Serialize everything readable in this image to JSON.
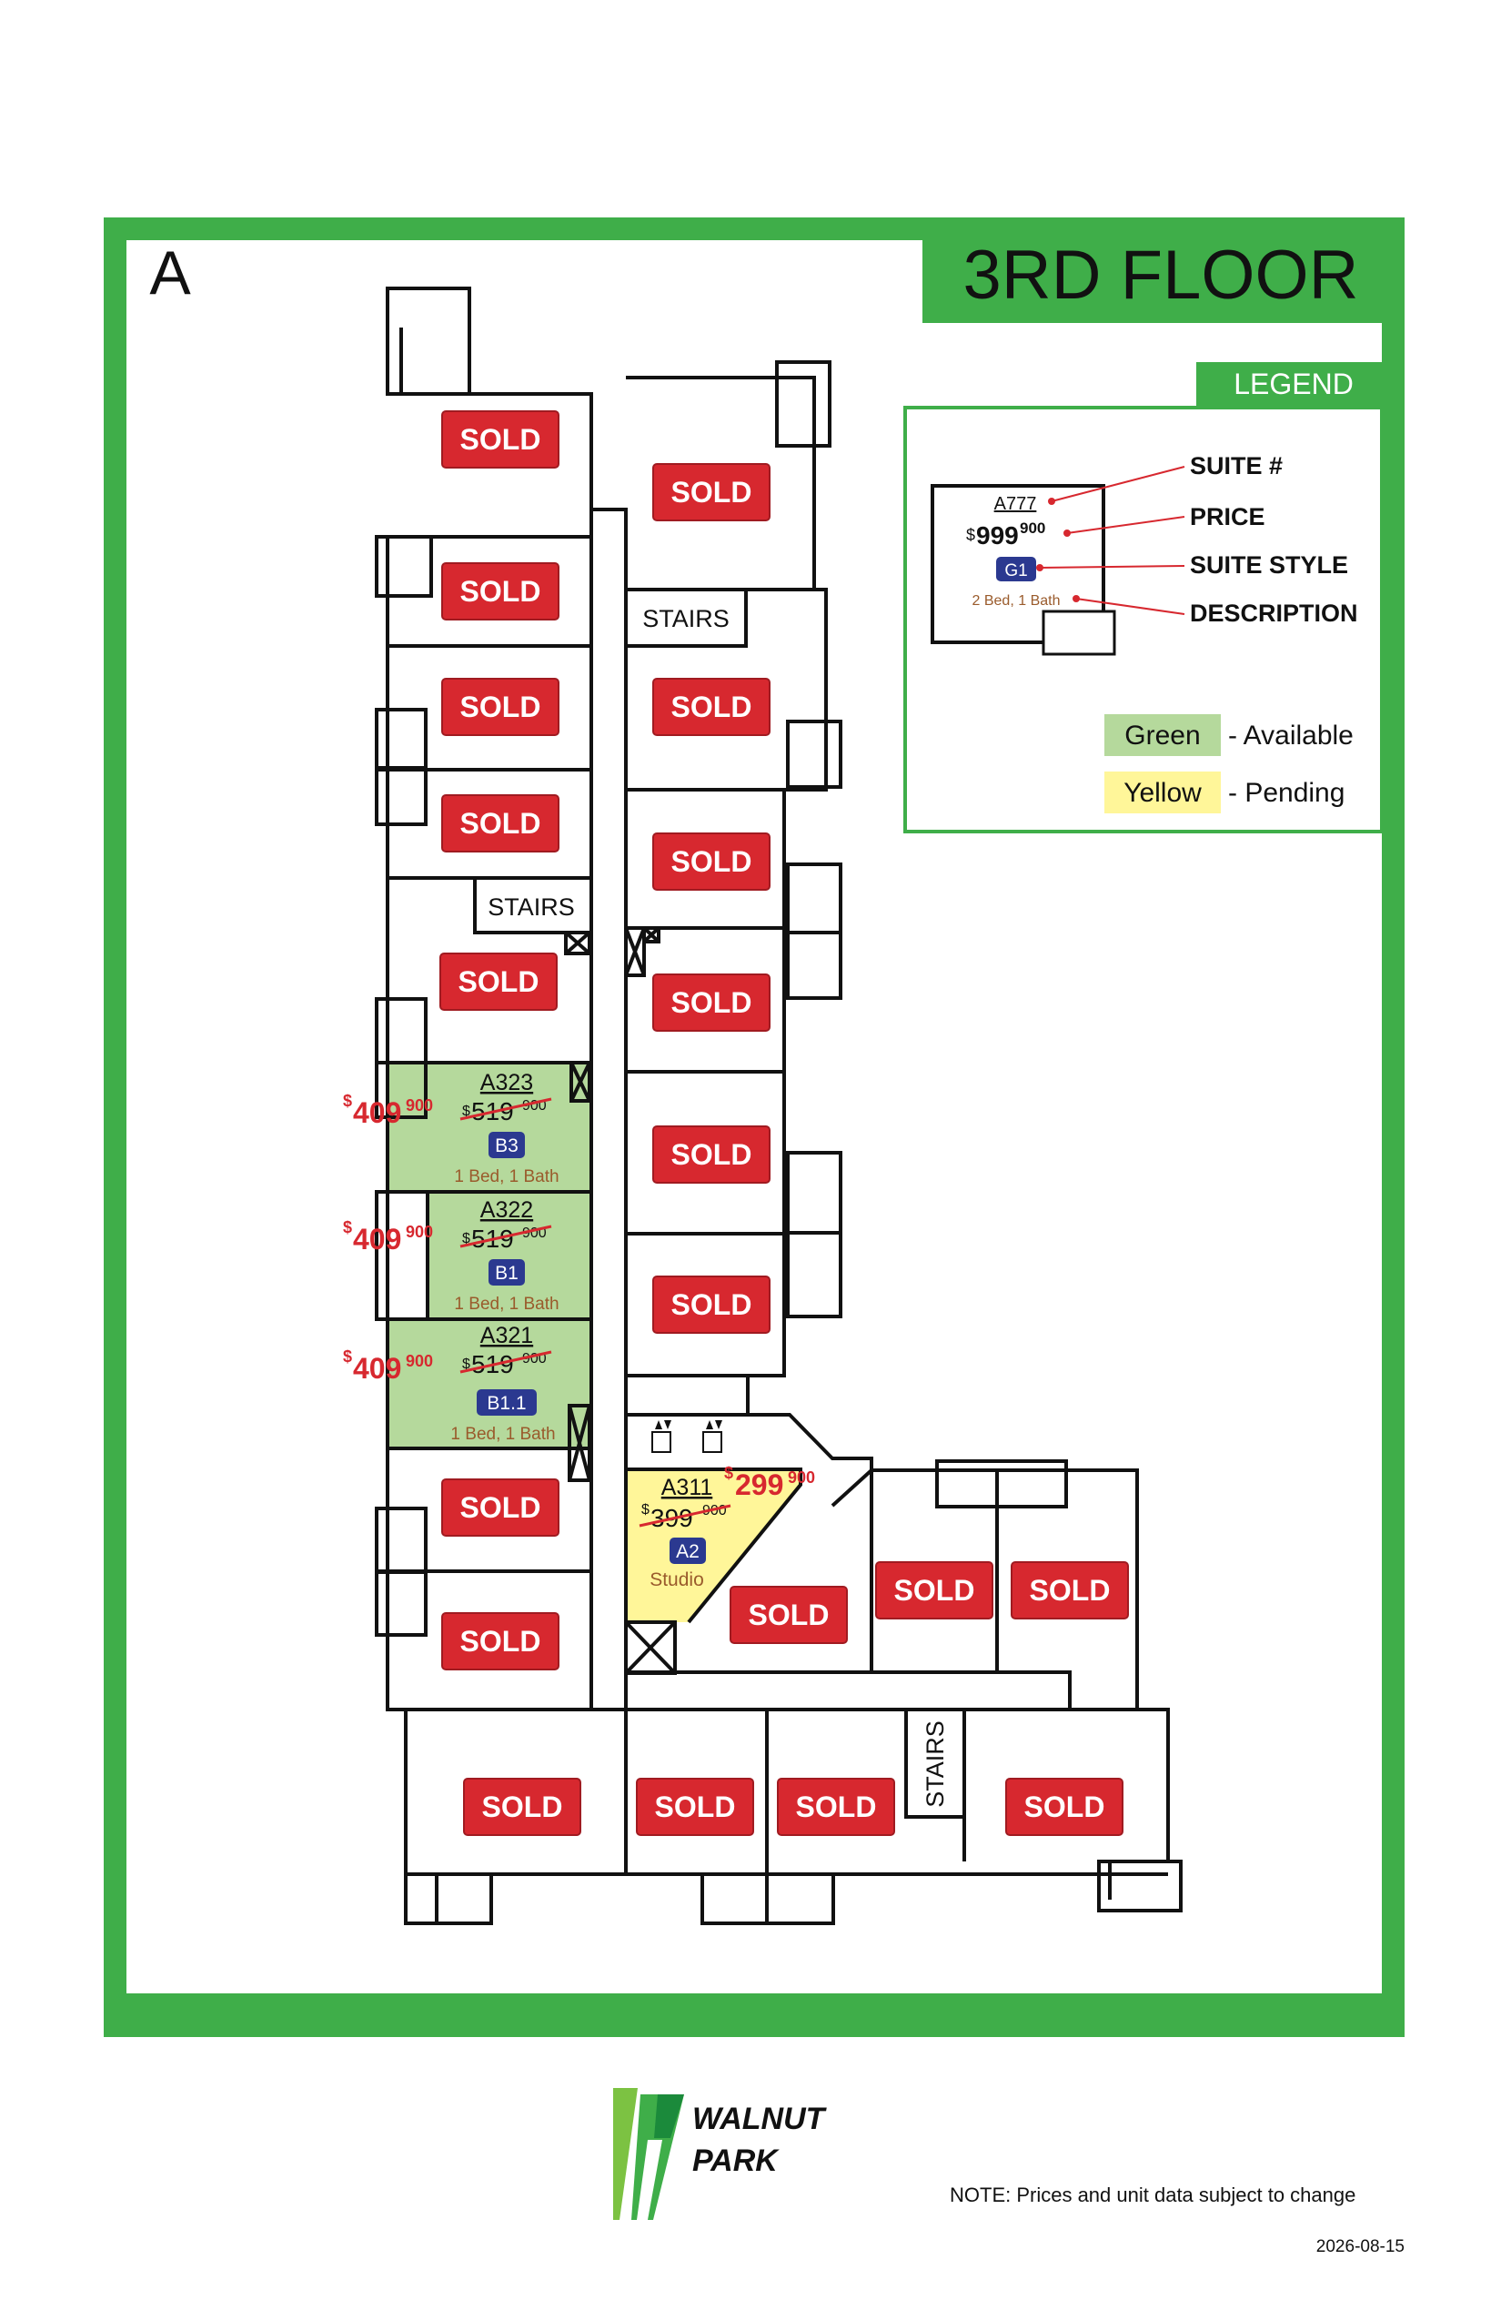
{
  "building_label": "A",
  "floor_title": "3RD FLOOR",
  "legend": {
    "title": "LEGEND",
    "sample": {
      "suite": "A777",
      "price_dollar": "$",
      "price_main": "999",
      "price_cents": "900",
      "style": "G1",
      "description": "2 Bed, 1 Bath"
    },
    "labels": {
      "suite": "SUITE #",
      "price": "PRICE",
      "style": "SUITE STYLE",
      "description": "DESCRIPTION"
    },
    "green_word": "Green",
    "green_text": "- Available",
    "yellow_word": "Yellow",
    "yellow_text": "- Pending",
    "colors": {
      "green": "#b5d99c",
      "yellow": "#fff699",
      "frame": "#3fae49",
      "sold": "#d7282f",
      "badge": "#2b3990"
    }
  },
  "sold_label": "SOLD",
  "stairs_label": "STAIRS",
  "suites": {
    "a323": {
      "suite": "A323",
      "sale_dollar": "$",
      "sale_main": "409",
      "sale_cents": "900",
      "old_dollar": "$",
      "old_main": "519",
      "old_cents": "900",
      "style": "B3",
      "description": "1 Bed, 1 Bath",
      "status": "available"
    },
    "a322": {
      "suite": "A322",
      "sale_dollar": "$",
      "sale_main": "409",
      "sale_cents": "900",
      "old_dollar": "$",
      "old_main": "519",
      "old_cents": "900",
      "style": "B1",
      "description": "1 Bed, 1 Bath",
      "status": "available"
    },
    "a321": {
      "suite": "A321",
      "sale_dollar": "$",
      "sale_main": "409",
      "sale_cents": "900",
      "old_dollar": "$",
      "old_main": "519",
      "old_cents": "900",
      "style": "B1.1",
      "description": "1 Bed, 1 Bath",
      "status": "available"
    },
    "a311": {
      "suite": "A311",
      "sale_dollar": "$",
      "sale_main": "299",
      "sale_cents": "900",
      "old_dollar": "$",
      "old_main": "399",
      "old_cents": "900",
      "style": "A2",
      "description": "Studio",
      "status": "pending"
    }
  },
  "footer": {
    "logo_line1": "WALNUT",
    "logo_line2": "PARK",
    "note": "NOTE: Prices and unit data subject to change",
    "date": "2026-08-15"
  }
}
